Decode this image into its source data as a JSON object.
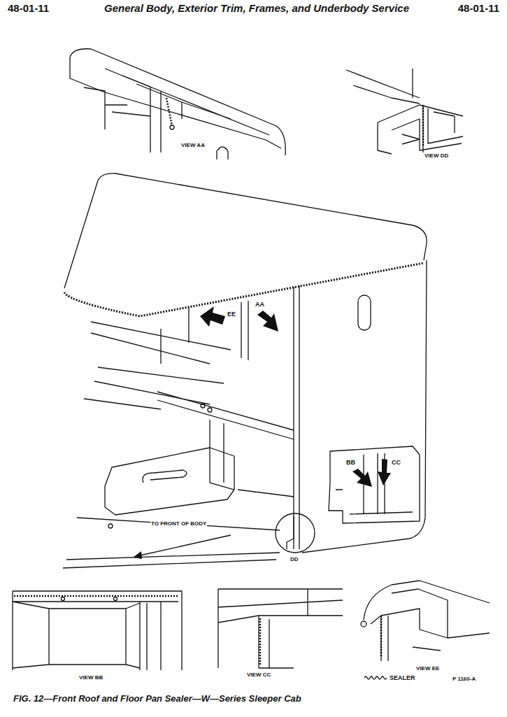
{
  "diagram": {
    "title": "General Body, Exterior Trim, Frames, and Underbody Service",
    "caption": "FIG. 12—Front Roof and Floor Pan Sealer—W—Series Sleeper Cab",
    "labels": [
      "48-01-11",
      "48-01-11",
      "VIEW AA",
      "VIEW DD",
      "EE",
      "AA",
      "BB",
      "CC",
      "TO FRONT OF BODY",
      "DD",
      "VIEW BB",
      "VIEW CC",
      "VIEW EE",
      "P 1160-A"
    ],
    "legend": [
      {
        "text": "SEALER"
      }
    ]
  }
}
